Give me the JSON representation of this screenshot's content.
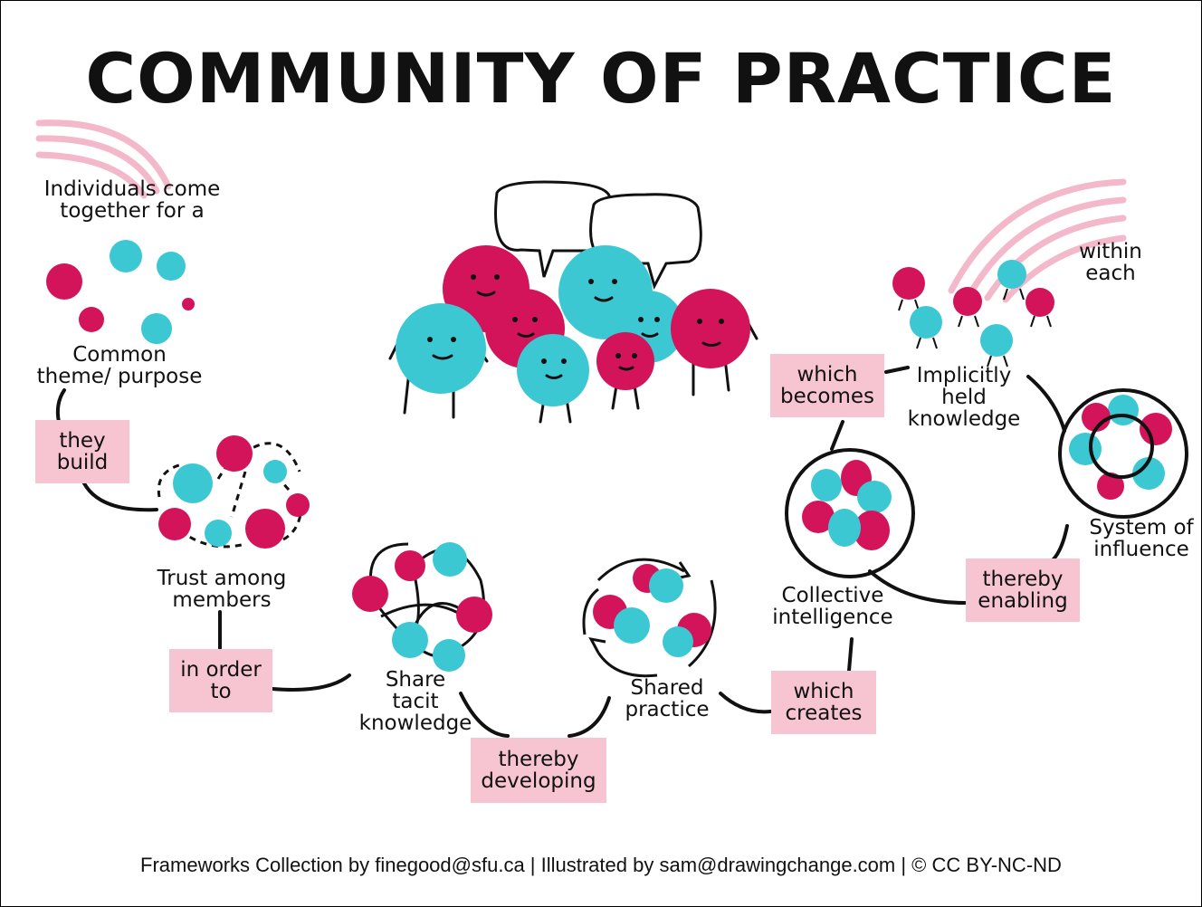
{
  "title": "COMMUNITY OF PRACTICE",
  "labels": {
    "individuals": "Individuals come\ntogether for a",
    "common_theme": "Common\ntheme/ purpose",
    "trust": "Trust among\nmembers",
    "share_tacit": "Share\ntacit\nknowledge",
    "shared_practice": "Shared\npractice",
    "collective": "Collective\nintelligence",
    "implicit": "Implicitly\nheld\nknowledge",
    "within_each": "within\neach",
    "system_influence": "System of\ninfluence"
  },
  "connectors": {
    "they_build": "they\nbuild",
    "in_order_to": "in order\nto",
    "thereby_developing": "thereby\ndeveloping",
    "which_creates": "which\ncreates",
    "which_becomes": "which\nbecomes",
    "thereby_enabling": "thereby\nenabling"
  },
  "footer": "Frameworks Collection by finegood@sfu.ca | Illustrated by sam@drawingchange.com | © CC BY-NC-ND",
  "colors": {
    "magenta": "#d3145a",
    "cyan": "#3cc8d3",
    "pink_box": "#f7c5d2",
    "ink": "#111111"
  }
}
